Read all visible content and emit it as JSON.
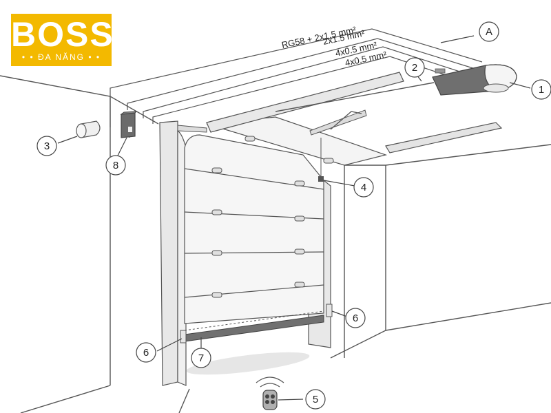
{
  "logo": {
    "brand": "BOSS",
    "tagline": "• • ĐA NĂNG • •"
  },
  "cables": [
    {
      "label": "RG58 + 2x1.5 mm²"
    },
    {
      "label": "2x1.5 mm²"
    },
    {
      "label": "4x0.5 mm²"
    },
    {
      "label": "4x0.5 mm²"
    }
  ],
  "callouts": {
    "a": "A",
    "c1": "1",
    "c2": "2",
    "c3": "3",
    "c4": "4",
    "c5": "5",
    "c6a": "6",
    "c6b": "6",
    "c7": "7",
    "c8": "8"
  },
  "colors": {
    "line": "#555555",
    "door": "#f2f2f2",
    "frame": "#e6e6e6",
    "dark": "#6b6b6b",
    "logo_bg": "#f3b900"
  }
}
